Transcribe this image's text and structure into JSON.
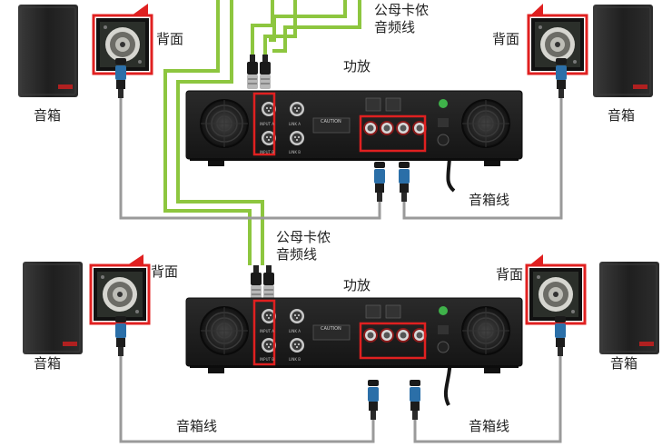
{
  "labels": {
    "speaker": "音箱",
    "back": "背面",
    "amplifier": "功放",
    "xlr_cable_line1": "公母卡侬",
    "xlr_cable_line2": "音频线",
    "speaker_cable": "音箱线"
  },
  "amp_panel": {
    "caution": "CAUTION",
    "input_a": "INPUT A",
    "input_b": "INPUT B",
    "link_a": "LINK A",
    "link_b": "LINK B"
  },
  "colors": {
    "audio_cable": "#8dc63f",
    "speaker_cable": "#9a9a9a",
    "highlight": "#e02020",
    "chassis": "#1c1c1c",
    "speaker_body": "#252525"
  },
  "icons": [
    "speaker-icon",
    "speakon-socket-icon",
    "speakon-plug-icon",
    "xlr-plug-icon",
    "power-amplifier-icon",
    "cooling-fan-icon"
  ]
}
